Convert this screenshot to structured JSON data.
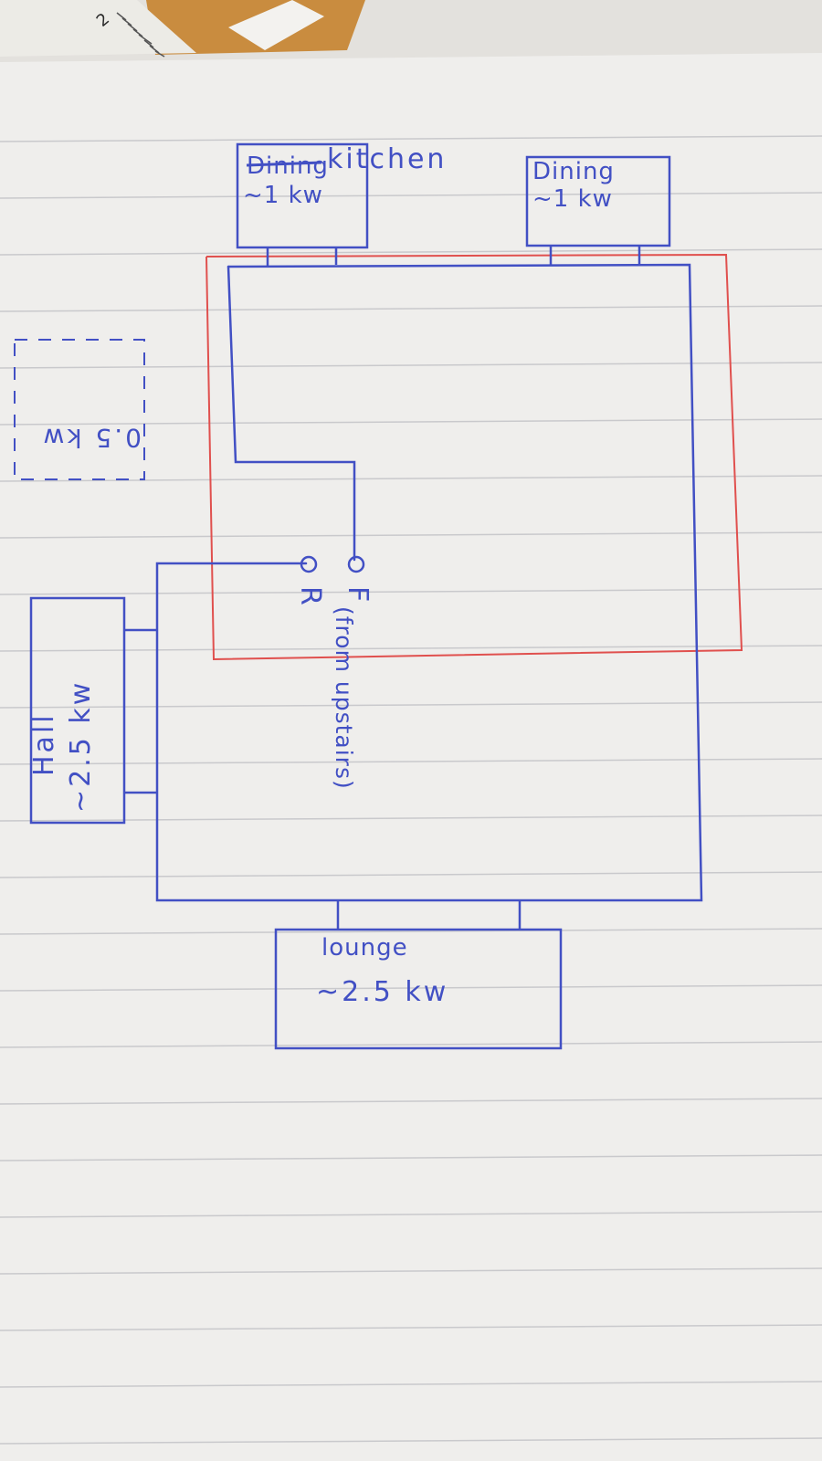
{
  "colors": {
    "paper": "#efeeec",
    "rule_line": "#c9c9cc",
    "ink_blue": "#4250c4",
    "ink_red": "#e0504e",
    "desk_wood": "#c98c3f",
    "ruler": "#ecebe6"
  },
  "ruler": {
    "tick_label": "2"
  },
  "diagram": {
    "rooms": {
      "kitchen": {
        "struck_label": "Dining",
        "name": "kitchen",
        "power": "~1 kw"
      },
      "dining": {
        "name": "Dining",
        "power": "~1 kw"
      },
      "hall": {
        "name": "Hall",
        "power": "~2.5 kw"
      },
      "lounge": {
        "name": "lounge",
        "power": "~2.5 kw"
      },
      "dashed_unit": {
        "power": "0.5 kw"
      }
    },
    "connections": {
      "flow_label": "F",
      "return_label": "R",
      "source_note": "(from upstairs)"
    }
  }
}
